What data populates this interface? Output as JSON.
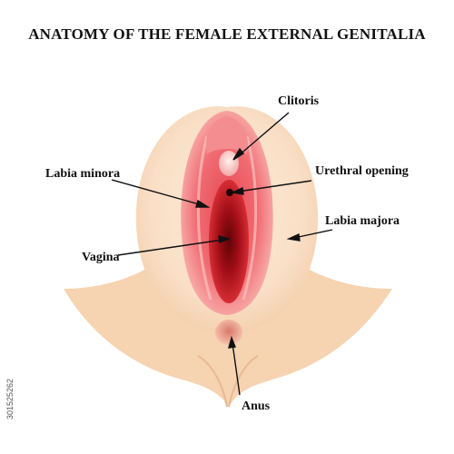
{
  "title": "ANATOMY OF THE FEMALE EXTERNAL GENITALIA",
  "labels": {
    "clitoris": "Clitoris",
    "urethral_opening": "Urethral opening",
    "labia_minora": "Labia minora",
    "labia_majora": "Labia majora",
    "vagina": "Vagina",
    "anus": "Anus"
  },
  "stock_id": "301525262",
  "colors": {
    "skin": "#F6D3B1",
    "labia_majora": "#FAE3CF",
    "labia_minora": "#F37C80",
    "vagina": "#C4141E",
    "anus": "#E79A8A",
    "text": "#111111"
  }
}
